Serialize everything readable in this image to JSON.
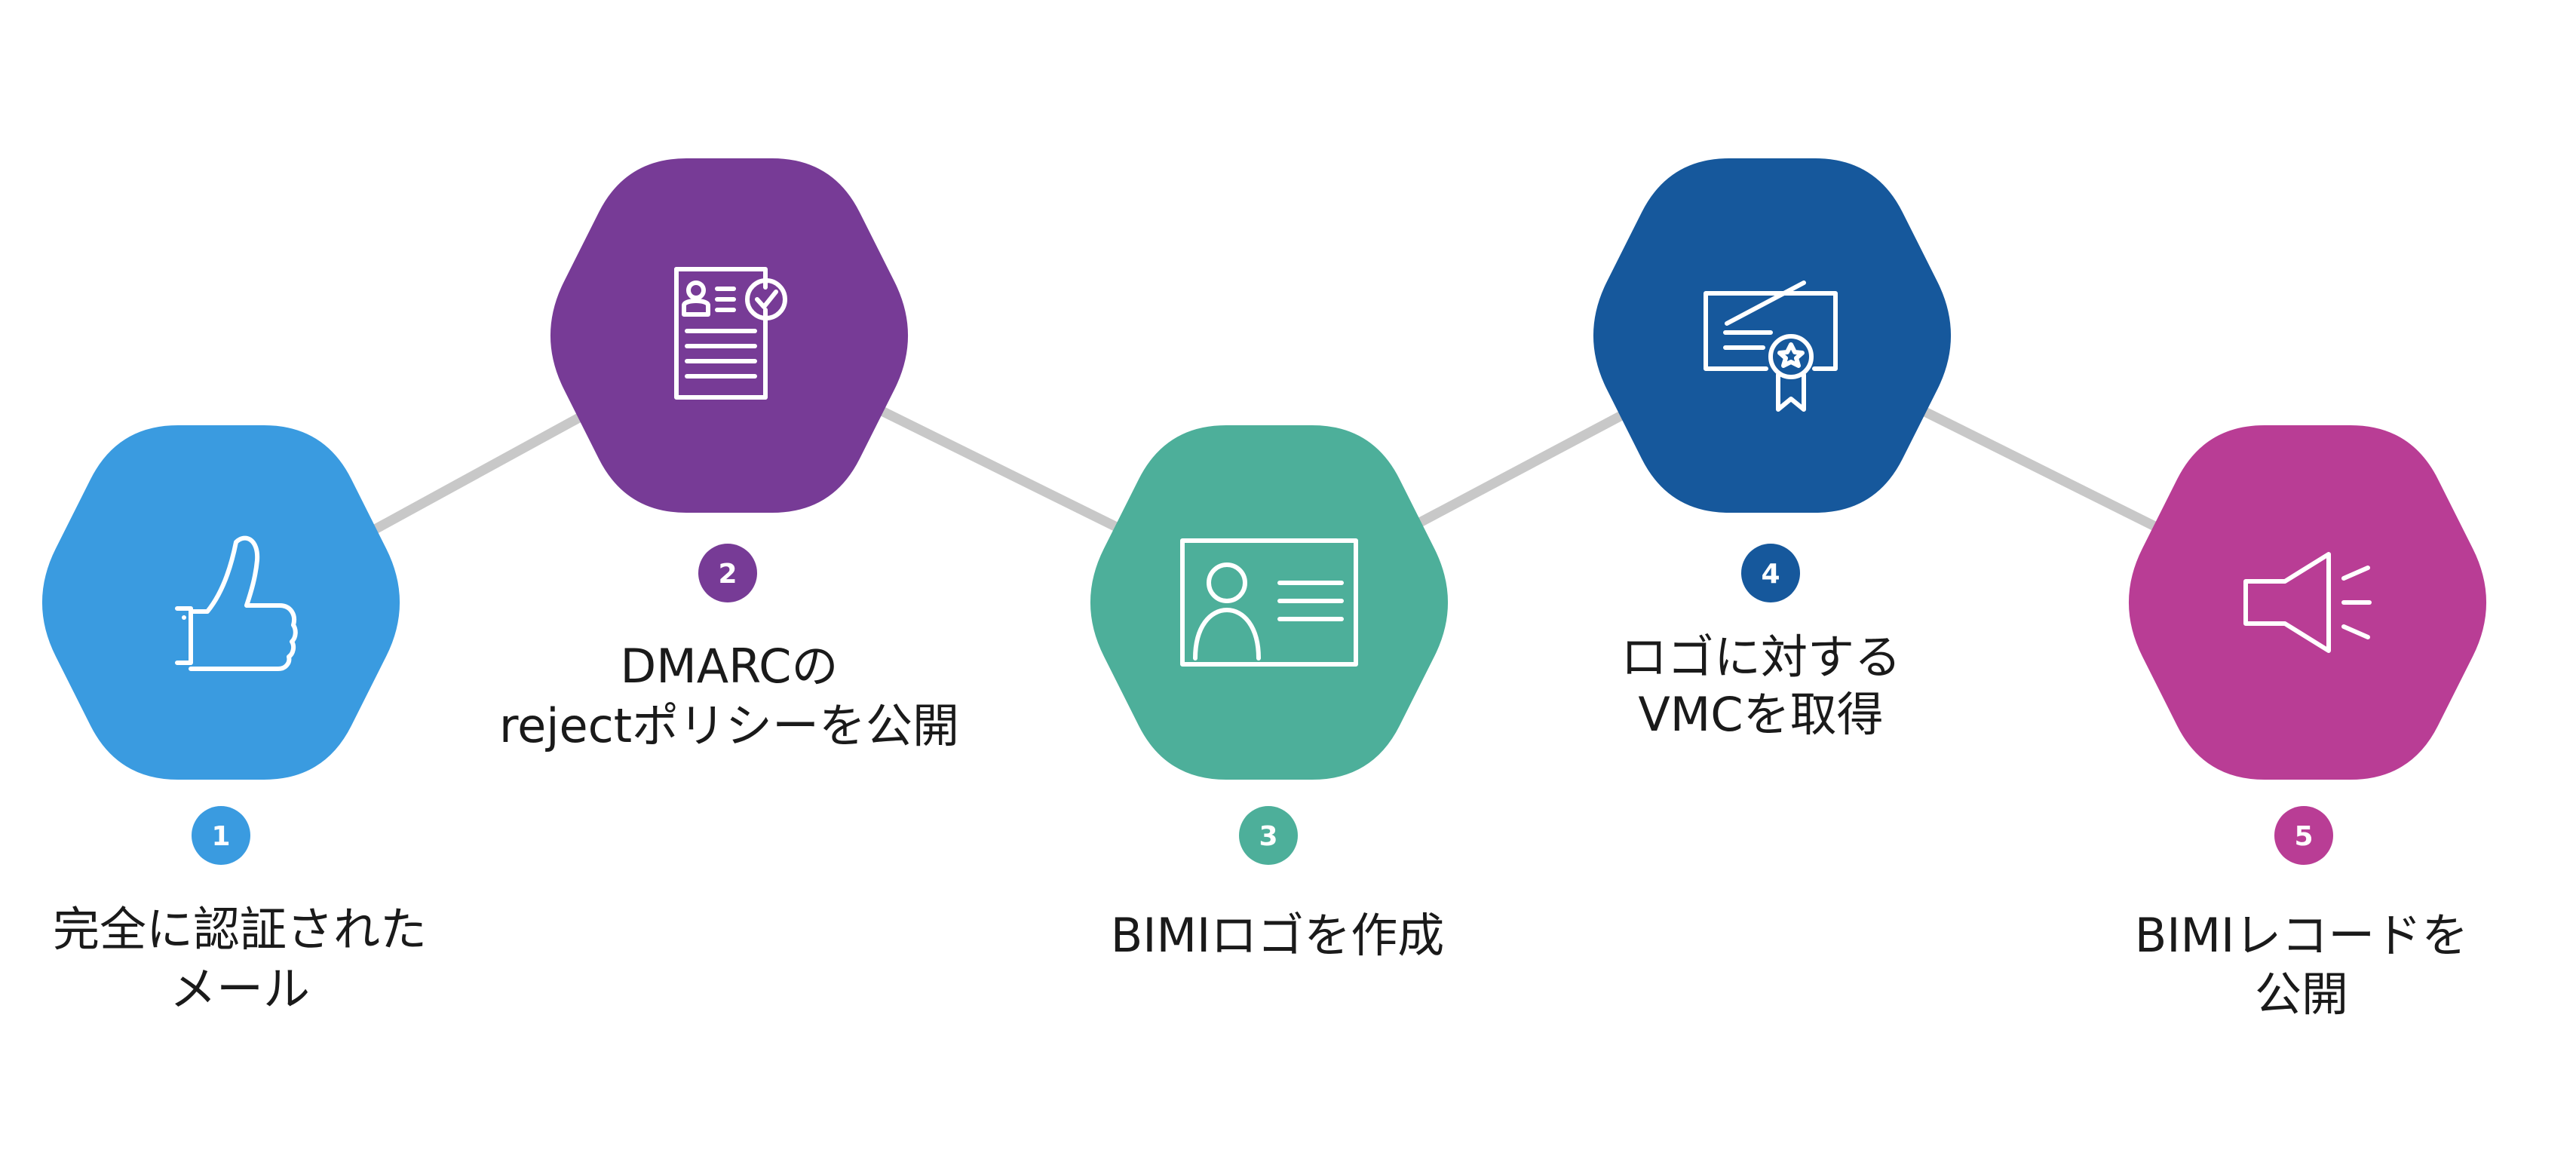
{
  "steps": [
    {
      "number": "1",
      "label_lines": [
        "完全に認証された",
        "メール"
      ],
      "icon": "thumbs-up-icon",
      "color": "#3a9be0"
    },
    {
      "number": "2",
      "label_lines": [
        "DMARCの",
        "rejectポリシーを公開"
      ],
      "icon": "document-check-icon",
      "color": "#773b96"
    },
    {
      "number": "3",
      "label_lines": [
        "BIMIロゴを作成"
      ],
      "icon": "id-card-icon",
      "color": "#4daf9a"
    },
    {
      "number": "4",
      "label_lines": [
        "ロゴに対する",
        "VMCを取得"
      ],
      "icon": "certificate-icon",
      "color": "#16589c"
    },
    {
      "number": "5",
      "label_lines": [
        "BIMIレコードを",
        "公開"
      ],
      "icon": "megaphone-icon",
      "color": "#b93d95"
    }
  ],
  "connector_color": "#c8c8c8"
}
